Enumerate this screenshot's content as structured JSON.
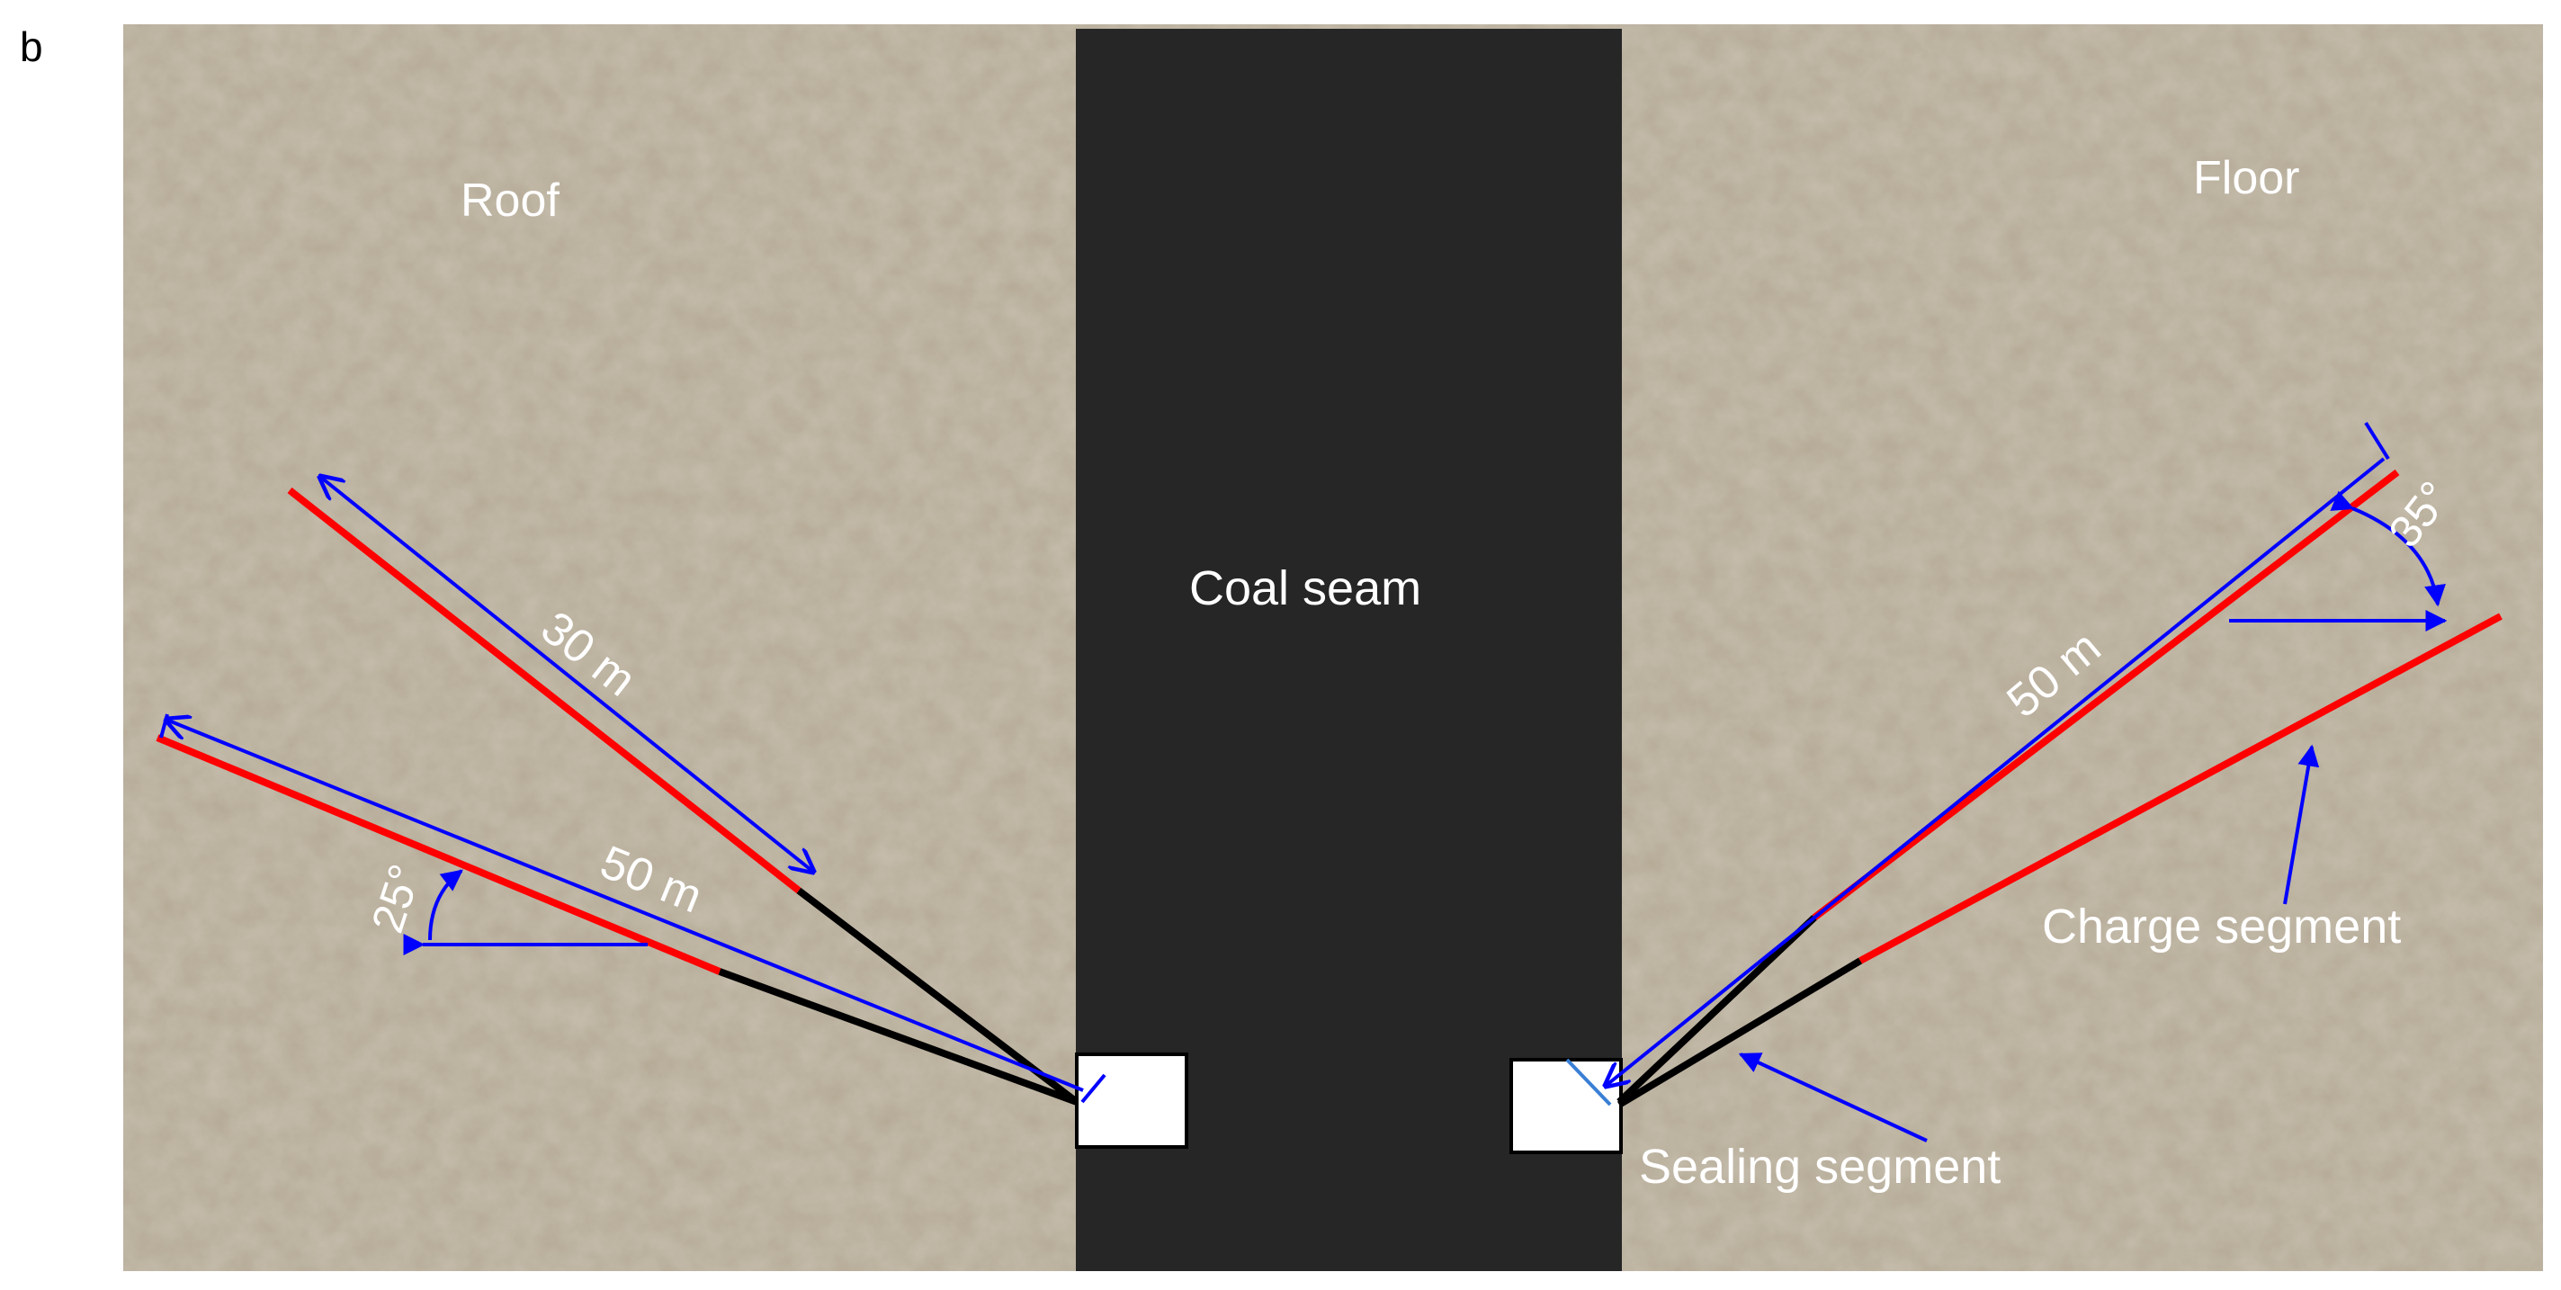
{
  "panel_label": "b",
  "labels": {
    "roof": "Roof",
    "floor": "Floor",
    "coal_seam": "Coal seam",
    "charge_segment": "Charge segment",
    "sealing_segment": "Sealing segment"
  },
  "dimensions": {
    "roof_upper_length": "30 m",
    "roof_lower_length": "50 m",
    "floor_upper_length": "50 m"
  },
  "angles": {
    "roof_lower": "25°",
    "floor_upper": "35°"
  },
  "colors": {
    "rock": "#b4a995",
    "coal": "#262626",
    "charge": "#ff0000",
    "sealing": "#000000",
    "dimension": "#0000ff",
    "text": "#ffffff"
  }
}
